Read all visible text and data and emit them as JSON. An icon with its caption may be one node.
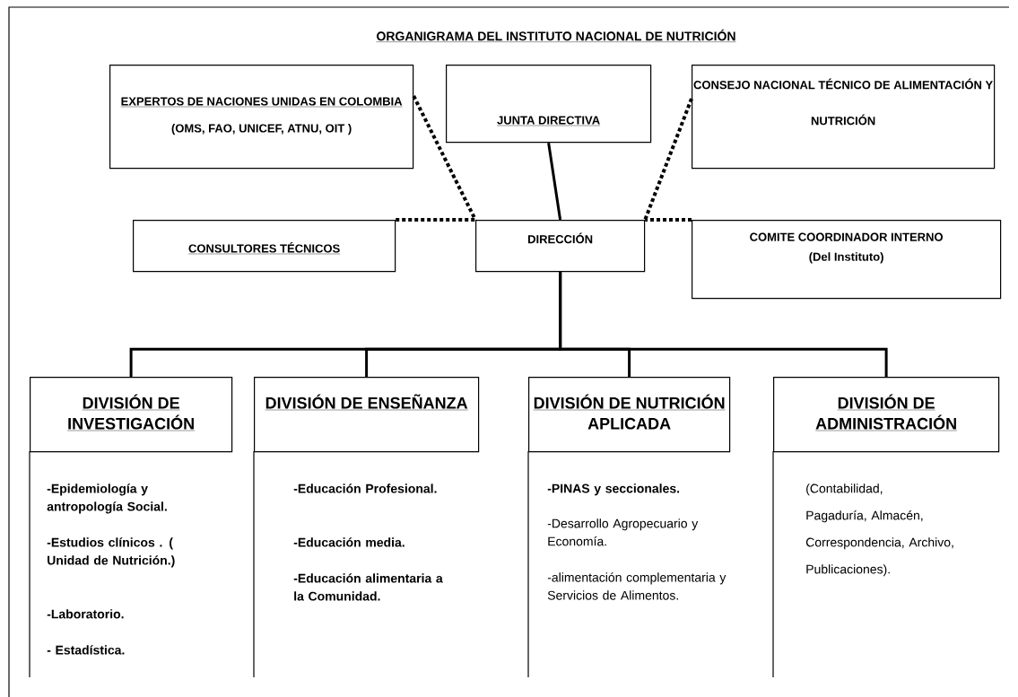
{
  "diagram": {
    "title": "ORGANIGRAMA DEL INSTITUTO NACIONAL DE NUTRICIÓN",
    "nodes": [
      {
        "text": [
          "EXPERTOS DE NACIONES UNIDAS EN COLOMBIA",
          "(OMS, FAO, UNICEF, ATNU, OIT )"
        ]
      },
      {
        "text": [
          "JUNTA DIRECTIVA"
        ]
      },
      {
        "text": [
          "CONSEJO NACIONAL TÉCNICO DE ALIMENTACIÓN Y NUTRICIÓN"
        ]
      },
      {
        "text": [
          "CONSULTORES TÉCNICOS"
        ]
      },
      {
        "text": [
          "DIRECCIÓN"
        ]
      },
      {
        "text": [
          "COMITE COORDINADOR INTERNO",
          "(Del Instituto)"
        ]
      },
      {
        "text": [
          "DIVISIÓN DE INVESTIGACIÓN"
        ],
        "beside": [
          "-Epidemiología y antropología Social.",
          "-Estudios clínicos . ( Unidad de Nutrición.)",
          "-Laboratorio.",
          "- Estadística."
        ]
      },
      {
        "text": [
          "DIVISIÓN DE ENSEÑANZA"
        ],
        "beside": [
          "-Educación Profesional.",
          "-Educación media.",
          "-Educación alimentaria a la Comunidad."
        ]
      },
      {
        "text": [
          "DIVISIÓN DE NUTRICIÓN",
          "APLICADA"
        ],
        "beside": [
          "-PINAS y seccionales.",
          "-Desarrollo Agropecuario y Economía.",
          "-alimentación complementaria y Servicios de Alimentos."
        ]
      },
      {
        "text": [
          "DIVISIÓN DE ADMINISTRACIÓN"
        ],
        "beside": [
          "(Contabilidad, Pagaduría, Almacén, Correspondencia, Archivo, Publicaciones)."
        ]
      }
    ],
    "edges": [
      {
        "from": 1,
        "to": 4,
        "arrow": "none"
      },
      {
        "from": 0,
        "to": 4,
        "arrow": "none",
        "style": "dashed"
      },
      {
        "from": 2,
        "to": 4,
        "arrow": "none",
        "style": "dashed"
      },
      {
        "from": 3,
        "to": 4,
        "arrow": "none",
        "style": "dashed"
      },
      {
        "from": 5,
        "to": 4,
        "arrow": "none",
        "style": "dashed"
      },
      {
        "from": 4,
        "to": 6,
        "arrow": "none"
      },
      {
        "from": 4,
        "to": 7,
        "arrow": "none"
      },
      {
        "from": 4,
        "to": 8,
        "arrow": "none"
      },
      {
        "from": 4,
        "to": 9,
        "arrow": "none"
      }
    ]
  }
}
